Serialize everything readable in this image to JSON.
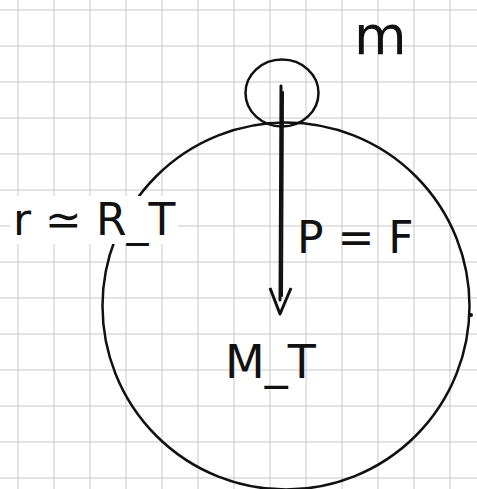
{
  "diagram": {
    "nodes": [
      {
        "text": [
          "m"
        ]
      },
      {
        "text": [
          "M_T"
        ]
      }
    ],
    "labels": [
      "r ≃ R_T",
      "P = F"
    ]
  }
}
